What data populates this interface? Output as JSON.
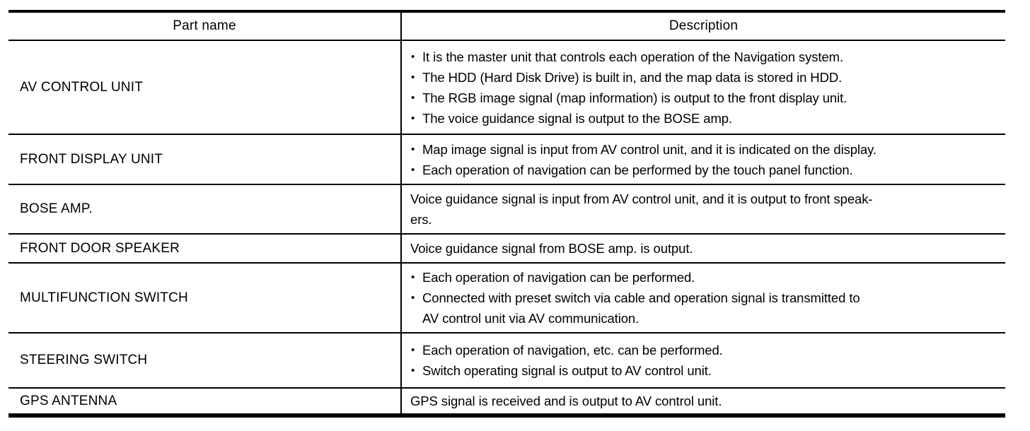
{
  "table": {
    "columns": [
      {
        "label": "Part name"
      },
      {
        "label": "Description"
      }
    ],
    "rows": [
      {
        "part": "AV CONTROL UNIT",
        "bulleted": true,
        "items": [
          "It is the master unit that controls each operation of the Navigation system.",
          "The HDD (Hard Disk Drive) is built in, and the map data is stored in HDD.",
          "The RGB image signal (map information) is output to the front display unit.",
          "The voice guidance signal is output to the BOSE amp."
        ]
      },
      {
        "part": "FRONT DISPLAY UNIT",
        "bulleted": true,
        "items": [
          "Map image signal is input from AV control unit, and it is indicated on the display.",
          "Each operation of navigation can be performed by the touch panel function."
        ]
      },
      {
        "part": "BOSE AMP.",
        "bulleted": false,
        "items": [
          "Voice guidance signal is input from AV control unit, and it is output to front speak-\ners."
        ]
      },
      {
        "part": "FRONT DOOR SPEAKER",
        "bulleted": false,
        "items": [
          "Voice guidance signal from BOSE amp. is output."
        ]
      },
      {
        "part": "MULTIFUNCTION SWITCH",
        "bulleted": true,
        "items": [
          "Each operation of navigation can be performed.",
          "Connected with preset switch via cable and operation signal is transmitted to\nAV control unit via AV communication."
        ]
      },
      {
        "part": "STEERING SWITCH",
        "bulleted": true,
        "items": [
          "Each operation of navigation, etc. can be performed.",
          "Switch operating signal is output to AV control unit."
        ]
      },
      {
        "part": "GPS ANTENNA",
        "bulleted": false,
        "items": [
          "GPS signal is received and is output to AV control unit."
        ]
      }
    ]
  },
  "colors": {
    "line": "#000000",
    "text": "#000000",
    "background": "#ffffff"
  }
}
